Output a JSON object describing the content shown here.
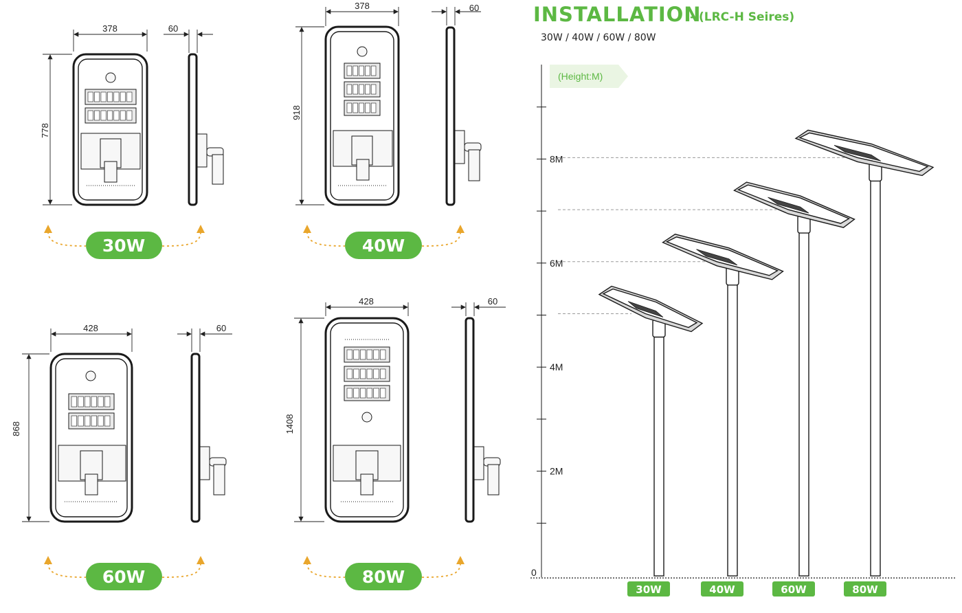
{
  "installation": {
    "title": "INSTALLATION",
    "subtitle": "- (LRC-H Seires)",
    "models_line": "30W / 40W / 60W / 80W",
    "height_label": "(Height:M)",
    "axis_ticks": [
      "0",
      "2M",
      "4M",
      "6M",
      "8M"
    ],
    "poles": [
      {
        "label": "30W",
        "height_m": 5.0
      },
      {
        "label": "40W",
        "height_m": 6.0
      },
      {
        "label": "60W",
        "height_m": 7.0
      },
      {
        "label": "80W",
        "height_m": 8.0
      }
    ]
  },
  "drawings": [
    {
      "model": "30W",
      "width": "378",
      "height": "778",
      "depth": "60",
      "led_modules": 2
    },
    {
      "model": "40W",
      "width": "378",
      "height": "918",
      "depth": "60",
      "led_modules": 3
    },
    {
      "model": "60W",
      "width": "428",
      "height": "868",
      "depth": "60",
      "led_modules": 2
    },
    {
      "model": "80W",
      "width": "428",
      "height": "1408",
      "depth": "60",
      "led_modules": 3
    }
  ],
  "colors": {
    "accent_green": "#5cb843",
    "arrow_orange": "#e9a62c"
  }
}
